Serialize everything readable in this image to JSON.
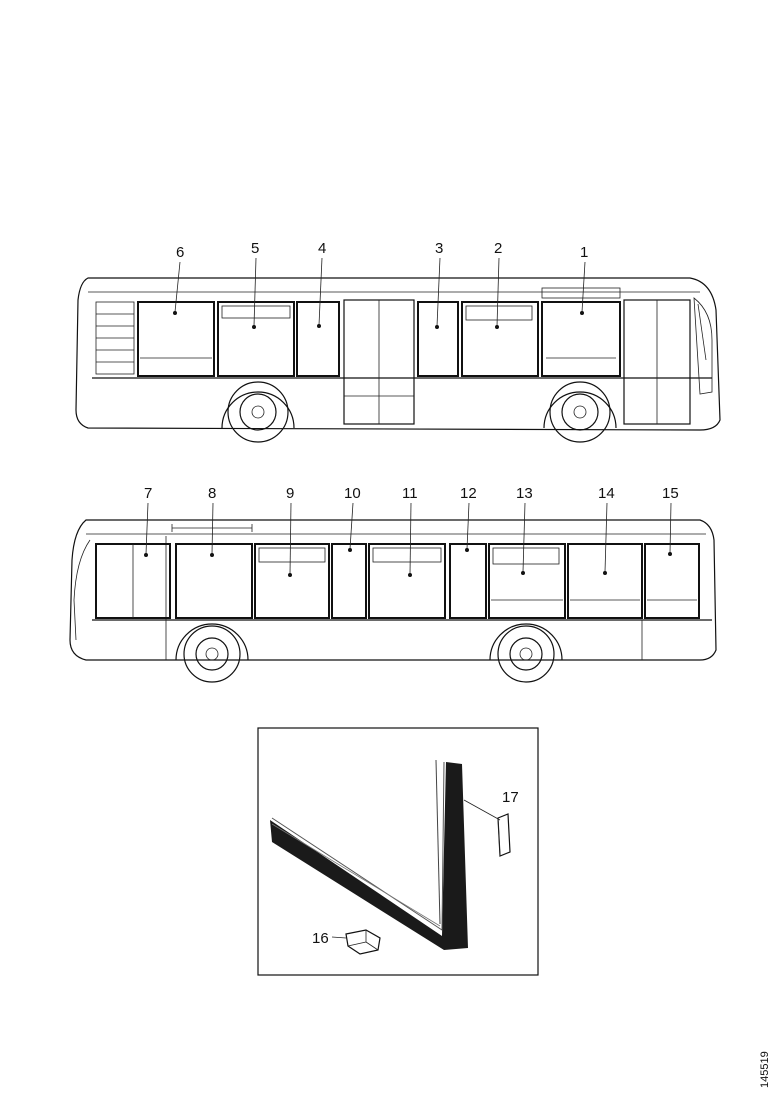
{
  "diagram": {
    "upper_view_callouts": [
      "6",
      "5",
      "4",
      "3",
      "2",
      "1"
    ],
    "lower_view_callouts": [
      "7",
      "8",
      "9",
      "10",
      "11",
      "12",
      "13",
      "14",
      "15"
    ],
    "detail_callouts": [
      "17",
      "16"
    ],
    "document_number": "145519"
  }
}
